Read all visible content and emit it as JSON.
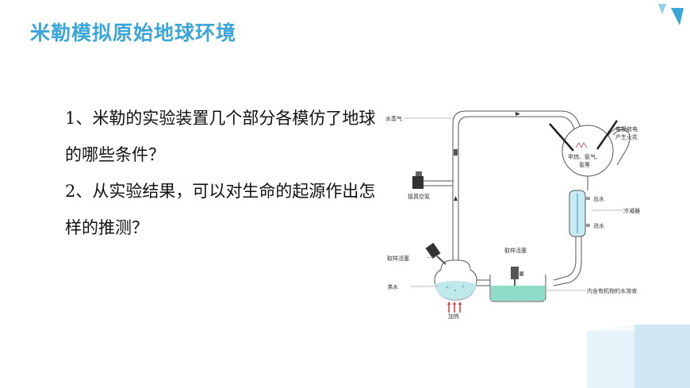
{
  "slide": {
    "title": "米勒模拟原始地球环境",
    "questions": [
      "1、米勒的实验装置几个部分各模仿了地球的哪些条件？",
      "2、从实验结果，可以对生命的起源作出怎样的推测？"
    ]
  },
  "diagram": {
    "labels": {
      "water_vapor": "水蒸气",
      "electrode_1": "电极放电",
      "electrode_2": "产生火花",
      "gases_1": "甲烷、氨气、",
      "gases_2": "氢等",
      "vacuum_pump": "接真空泵",
      "water_out": "出水",
      "condenser": "冷凝器",
      "water_in": "进水",
      "stopcock_left": "取样活塞",
      "stopcock_mid": "取样活塞",
      "boiling_water": "沸水",
      "organic_solution": "内含有机物的水溶液",
      "heating": "加热"
    }
  },
  "colors": {
    "title": "#3aa6d9",
    "accent_light": "#bfe3f2",
    "solution": "#8fdcc9"
  }
}
